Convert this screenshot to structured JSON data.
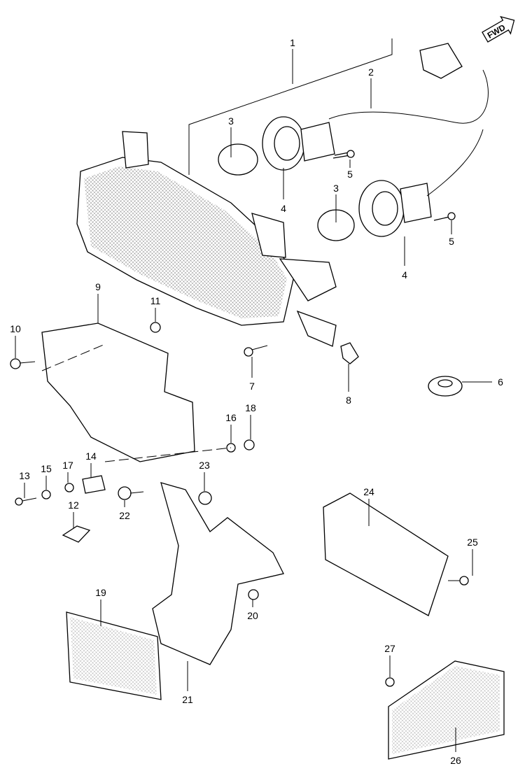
{
  "diagram": {
    "direction_badge": "FWD",
    "callouts": [
      "1",
      "2",
      "3",
      "4",
      "5",
      "3",
      "5",
      "4",
      "6",
      "7",
      "8",
      "9",
      "10",
      "11",
      "12",
      "13",
      "14",
      "15",
      "16",
      "17",
      "18",
      "19",
      "20",
      "21",
      "22",
      "23",
      "24",
      "25",
      "26",
      "27"
    ]
  }
}
